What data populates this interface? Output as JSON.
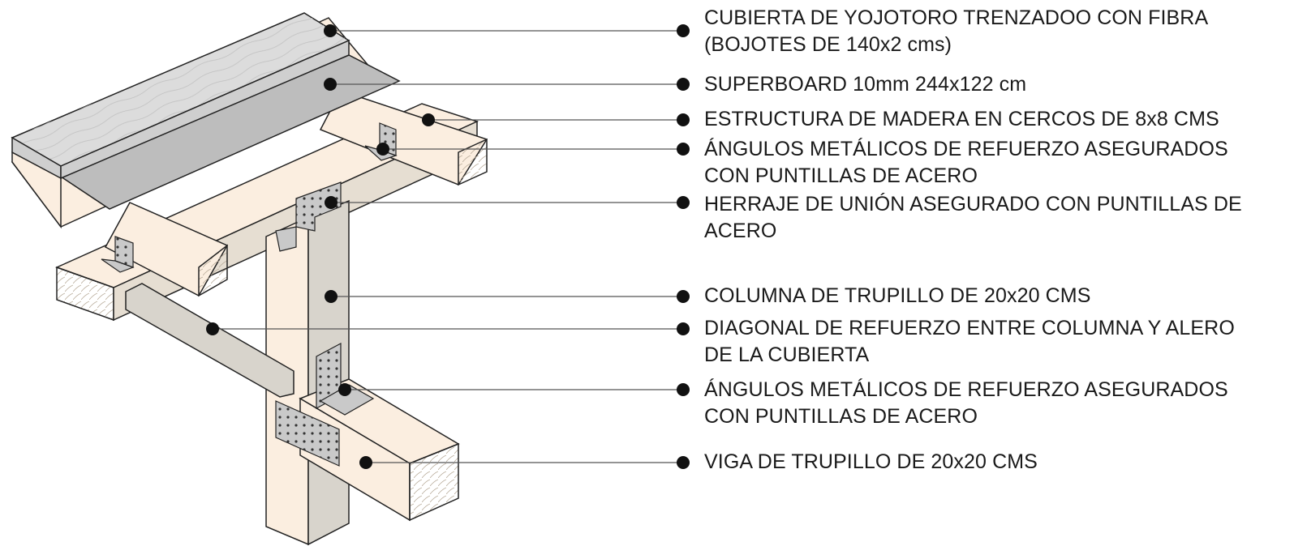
{
  "diagram": {
    "callouts": [
      {
        "id": "cubierta",
        "text": "CUBIERTA DE YOJOTORO TRENZADOO CON FIBRA\n(BOJOTES DE 140x2 cms)"
      },
      {
        "id": "superboard",
        "text": "SUPERBOARD 10mm 244x122 cm"
      },
      {
        "id": "estructura",
        "text": "ESTRUCTURA DE MADERA EN CERCOS DE 8x8 CMS"
      },
      {
        "id": "angulos-superiores",
        "text": "ÁNGULOS METÁLICOS DE REFUERZO ASEGURADOS\nCON PUNTILLAS DE ACERO"
      },
      {
        "id": "herraje",
        "text": "HERRAJE DE UNIÓN ASEGURADO CON PUNTILLAS DE\nACERO"
      },
      {
        "id": "columna",
        "text": "COLUMNA DE TRUPILLO DE 20x20 CMS"
      },
      {
        "id": "diagonal",
        "text": "DIAGONAL DE REFUERZO ENTRE COLUMNA Y ALERO\nDE LA CUBIERTA"
      },
      {
        "id": "angulos-inferiores",
        "text": "ÁNGULOS METÁLICOS DE REFUERZO ASEGURADOS\nCON PUNTILLAS DE ACERO"
      },
      {
        "id": "viga",
        "text": "VIGA DE TRUPILLO DE 20x20 CMS"
      }
    ]
  },
  "colors": {
    "wood_face": "#fbeee0",
    "wood_shadow": "#ddd6cb",
    "thatch": "#d9d9d9",
    "superboard": "#bdbdbd",
    "steel": "#c9c9c9",
    "leader": "#555555",
    "outline": "#222222"
  }
}
